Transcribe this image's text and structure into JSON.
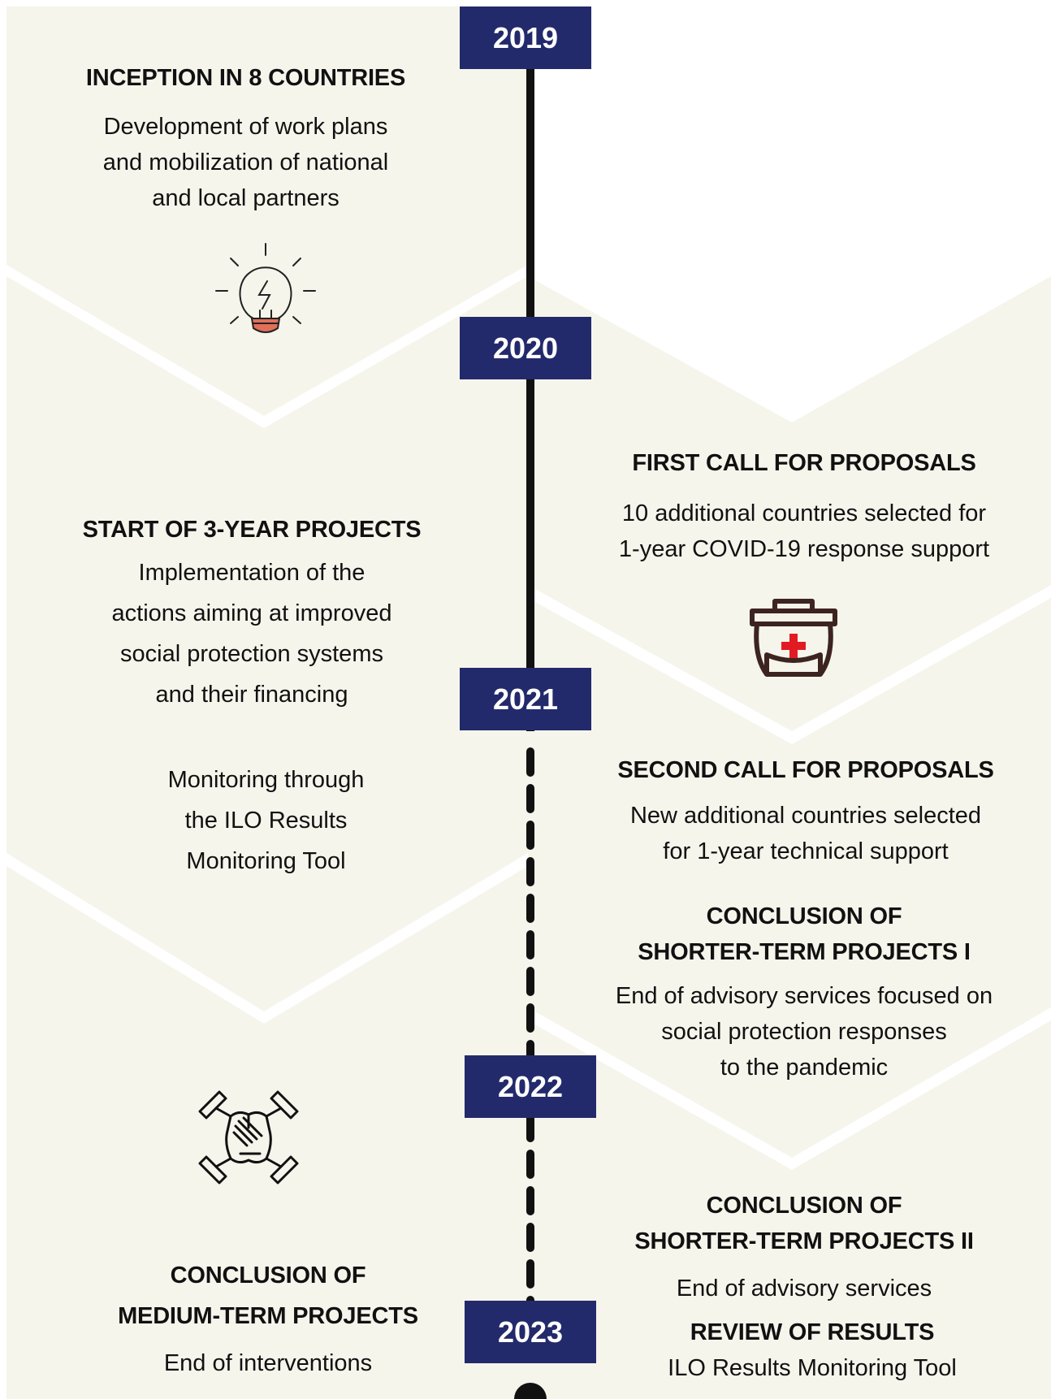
{
  "colors": {
    "band": "#f5f5ec",
    "year_box": "#232a6b",
    "line": "#111111",
    "bulb_base": "#e0705a",
    "medical_cross": "#e21b22",
    "kit_stroke": "#3d2420"
  },
  "years": [
    "2019",
    "2020",
    "2021",
    "2022",
    "2023"
  ],
  "events": {
    "inception": {
      "title": "INCEPTION IN 8 COUNTRIES",
      "lines": [
        "Development of work plans",
        "and mobilization of national",
        "and local partners"
      ]
    },
    "first_call": {
      "title": "FIRST CALL FOR PROPOSALS",
      "lines": [
        "10 additional countries selected for",
        "1-year COVID-19 response support"
      ]
    },
    "start_projects": {
      "title": "START OF 3-YEAR PROJECTS",
      "lines": [
        "Implementation of the",
        "actions aiming at improved",
        "social protection systems",
        "and their financing"
      ]
    },
    "monitoring": {
      "lines": [
        "Monitoring through",
        "the ILO Results",
        "Monitoring Tool"
      ]
    },
    "second_call": {
      "title": "SECOND CALL FOR PROPOSALS",
      "lines": [
        "New additional countries selected",
        "for 1-year technical support"
      ]
    },
    "shorter_1": {
      "title_lines": [
        "CONCLUSION OF",
        "SHORTER-TERM PROJECTS I"
      ],
      "lines": [
        "End of advisory services focused on",
        "social protection responses",
        "to the pandemic"
      ]
    },
    "shorter_2": {
      "title_lines": [
        "CONCLUSION OF",
        "SHORTER-TERM PROJECTS II"
      ],
      "lines": [
        "End of advisory services"
      ]
    },
    "medium": {
      "title_lines": [
        "CONCLUSION OF",
        "MEDIUM-TERM PROJECTS"
      ],
      "lines": [
        "End of interventions"
      ]
    },
    "review": {
      "title": "REVIEW OF RESULTS",
      "lines": [
        "ILO Results Monitoring Tool"
      ]
    }
  },
  "icons": [
    "lightbulb-icon",
    "medical-kit-icon",
    "joined-hands-icon"
  ]
}
